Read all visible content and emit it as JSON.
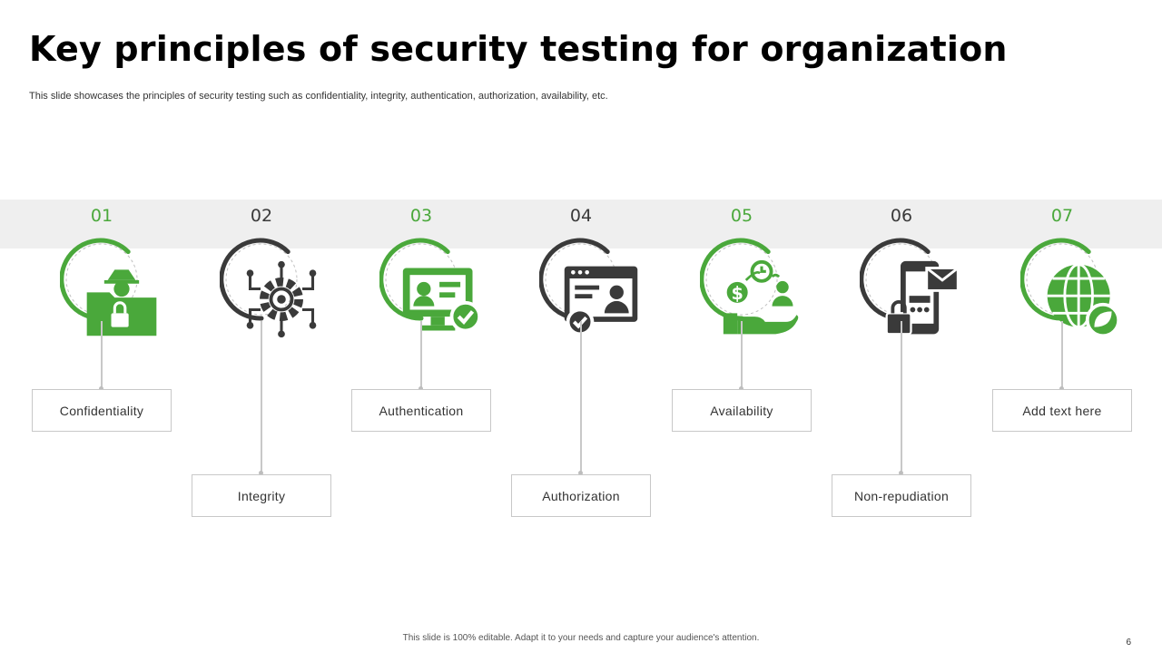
{
  "slide": {
    "title": "Key principles of security testing for organization",
    "subtitle": "This slide showcases the principles of security testing such as confidentiality, integrity, authentication, authorization, availability, etc.",
    "footer": "This slide is 100% editable. Adapt it to your needs and capture your audience's attention.",
    "page_number": "6"
  },
  "colors": {
    "green": "#4aa83b",
    "dark": "#3a3a3a",
    "band": "#efefef"
  },
  "steps": [
    {
      "number": "01",
      "label": "Confidentiality",
      "icon": "spy-folder-lock-icon",
      "accent": "green"
    },
    {
      "number": "02",
      "label": "Integrity",
      "icon": "gear-network-icon",
      "accent": "dark"
    },
    {
      "number": "03",
      "label": "Authentication",
      "icon": "id-monitor-check-icon",
      "accent": "green"
    },
    {
      "number": "04",
      "label": "Authorization",
      "icon": "browser-user-check-icon",
      "accent": "dark"
    },
    {
      "number": "05",
      "label": "Availability",
      "icon": "hand-money-time-icon",
      "accent": "green"
    },
    {
      "number": "06",
      "label": "Non-repudiation",
      "icon": "phone-mail-lock-icon",
      "accent": "dark"
    },
    {
      "number": "07",
      "label": "Add text here",
      "icon": "globe-leaf-icon",
      "accent": "green"
    }
  ]
}
